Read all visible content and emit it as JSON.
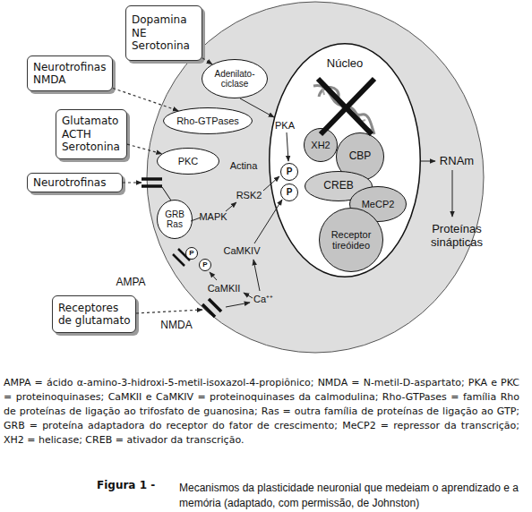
{
  "diagram": {
    "caption": "Mecanismos da plasticidade neuronial que medeiam o aprendizado e a memória (adaptado, com permissão, de Johnston)",
    "nodes": [
      {
        "text": [
          "Dopamina NE Serotonina"
        ]
      },
      {
        "text": [
          "Adenilato-ciclase"
        ]
      },
      {
        "text": [
          "Neurotrofinas NMDA"
        ]
      },
      {
        "text": [
          "Rho-GTPases"
        ]
      },
      {
        "text": [
          "Glutamato ACTH Serotonina"
        ]
      },
      {
        "text": [
          "PKC"
        ]
      },
      {
        "text": [
          "Neurotrofinas"
        ]
      },
      {
        "text": [
          "GRB Ras"
        ]
      },
      {
        "text": [
          "Núcleo"
        ]
      },
      {
        "text": [
          "XH2"
        ],
        "in": 8
      },
      {
        "text": [
          "CBP"
        ],
        "in": 8
      },
      {
        "text": [
          "P"
        ],
        "in": 8
      },
      {
        "text": [
          "CREB"
        ],
        "in": 8
      },
      {
        "text": [
          "P"
        ],
        "in": 8
      },
      {
        "text": [
          "MeCP2"
        ],
        "in": 8
      },
      {
        "text": [
          "Receptor tireóideo"
        ],
        "in": 8
      },
      {
        "text": [
          "P"
        ]
      },
      {
        "text": [
          "P"
        ]
      },
      {
        "text": [
          "Receptores de glutamato"
        ]
      }
    ],
    "edges": [
      {
        "from": 0,
        "to": 1,
        "arrow": "to"
      },
      {
        "from": 2,
        "to": 3,
        "arrow": "to"
      },
      {
        "from": 4,
        "to": 5,
        "arrow": "to"
      }
    ],
    "labels": [
      "PKA",
      "Actina",
      "RSK2",
      "MAPK",
      "CaMKIV",
      "CaMKII",
      "Ca⁺⁺",
      "AMPA",
      "NMDA",
      "RNAm",
      "Proteínas sinápticas",
      "AMPA = ácido α-amino-3-hidroxi-5-metil-isoxazol-4-propiônico; NMDA = N-metil-D-aspartato; PKA e PKC = proteinoquinases; CaMKII e CaMKIV = proteinoquinases da calmodulina; Rho-GTPases = família Rho de proteínas de ligação ao trifosfato de guanosina; Ras = outra família de proteínas de ligação ao GTP; GRB = proteína adaptadora do receptor do fator de crescimento; MeCP2 = repressor da transcrição; XH2 = helicase; CREB = ativador da transcrição.",
      "Figura 1 -"
    ]
  }
}
